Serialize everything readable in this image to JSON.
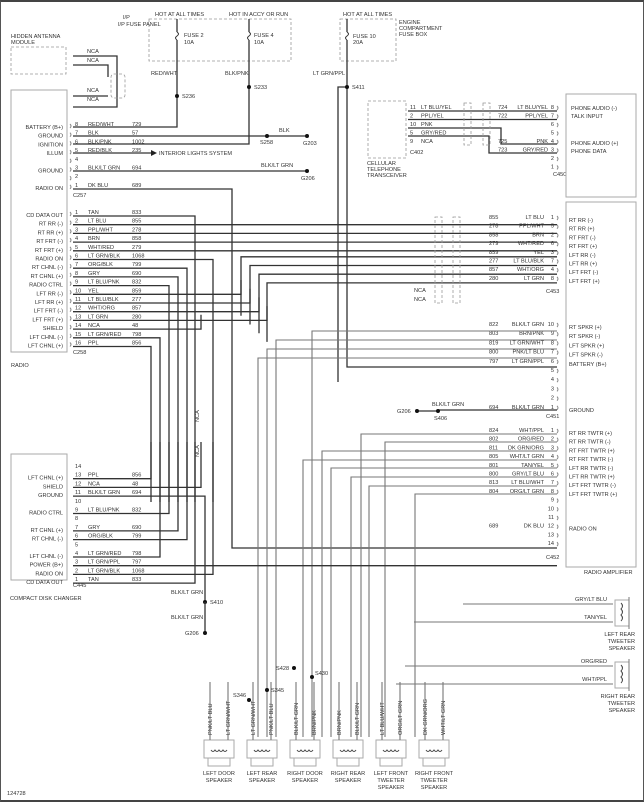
{
  "diagram_id": "124728",
  "power": {
    "ip_fuse_panel": "I/P FUSE PANEL",
    "hot_all_times": "HOT AT ALL TIMES",
    "hot_accy_run": "HOT IN ACCY OR RUN",
    "fuse2": "FUSE 2",
    "fuse2_rating": "10A",
    "fuse4": "FUSE 4",
    "fuse4_rating": "10A",
    "engine_box": [
      "ENGINE",
      "COMPARTMENT",
      "FUSE BOX"
    ],
    "fuse10": "FUSE 10",
    "fuse10_rating": "20A",
    "hot_all_times_2": "HOT AT ALL TIMES"
  },
  "antenna": {
    "title": [
      "HIDDEN ANTENNA",
      "MODULE"
    ],
    "wires": [
      "NCA",
      "NCA",
      "NCA",
      "NCA"
    ]
  },
  "radio": {
    "title": "RADIO",
    "c257": {
      "name": "C257",
      "pins": [
        {
          "label": "BATTERY (B+)",
          "pin": "8",
          "color": "RED/WHT",
          "circuit": "729"
        },
        {
          "label": "GROUND",
          "pin": "7",
          "color": "BLK",
          "circuit": "57"
        },
        {
          "label": "IGNITION",
          "pin": "6",
          "color": "BLK/PNK",
          "circuit": "1002"
        },
        {
          "label": "ILLUM",
          "pin": "5",
          "color": "RED/BLK",
          "circuit": "235"
        },
        {
          "label": "",
          "pin": "4",
          "color": "",
          "circuit": ""
        },
        {
          "label": "GROUND",
          "pin": "3",
          "color": "BLK/LT GRN",
          "circuit": "694"
        },
        {
          "label": "",
          "pin": "2",
          "color": "",
          "circuit": ""
        },
        {
          "label": "RADIO ON",
          "pin": "1",
          "color": "DK BLU",
          "circuit": "689"
        }
      ]
    },
    "c258": {
      "name": "C258",
      "pins": [
        {
          "label": "CD DATA OUT",
          "pin": "1",
          "color": "TAN",
          "circuit": "833"
        },
        {
          "label": "RT RR (-)",
          "pin": "2",
          "color": "LT BLU",
          "circuit": "855"
        },
        {
          "label": "RT RR (+)",
          "pin": "3",
          "color": "PPL/WHT",
          "circuit": "278"
        },
        {
          "label": "RT FRT (-)",
          "pin": "4",
          "color": "BRN",
          "circuit": "858"
        },
        {
          "label": "RT FRT (+)",
          "pin": "5",
          "color": "WHT/RED",
          "circuit": "279"
        },
        {
          "label": "RADIO ON",
          "pin": "6",
          "color": "LT GRN/BLK",
          "circuit": "1068"
        },
        {
          "label": "RT CHNL (-)",
          "pin": "7",
          "color": "ORG/BLK",
          "circuit": "799"
        },
        {
          "label": "RT CHNL (+)",
          "pin": "8",
          "color": "GRY",
          "circuit": "690"
        },
        {
          "label": "RADIO CTRL",
          "pin": "9",
          "color": "LT BLU/PNK",
          "circuit": "832"
        },
        {
          "label": "LFT RR (-)",
          "pin": "10",
          "color": "YEL",
          "circuit": "859"
        },
        {
          "label": "LFT RR (+)",
          "pin": "11",
          "color": "LT BLU/BLK",
          "circuit": "277"
        },
        {
          "label": "LFT FRT (-)",
          "pin": "12",
          "color": "WHT/ORG",
          "circuit": "857"
        },
        {
          "label": "LFT FRT (+)",
          "pin": "13",
          "color": "LT GRN",
          "circuit": "280"
        },
        {
          "label": "SHIELD",
          "pin": "14",
          "color": "NCA",
          "circuit": "48"
        },
        {
          "label": "LFT CHNL (-)",
          "pin": "15",
          "color": "LT GRN/RED",
          "circuit": "798"
        },
        {
          "label": "LFT CHNL (+)",
          "pin": "16",
          "color": "PPL",
          "circuit": "856"
        }
      ]
    }
  },
  "ground_labels": {
    "blk": "BLK",
    "s258": "S258",
    "g203": "G203",
    "blk_lt_grn": "BLK/LT GRN",
    "g206": "G206",
    "interior_lights": "INTERIOR LIGHTS SYSTEM",
    "lt_grn_ppl": "LT GRN/PPL"
  },
  "splices": {
    "s236": "S236",
    "s233": "S233",
    "s411": "S411",
    "s406": "S406",
    "s410": "S410",
    "s428": "S428",
    "s430": "S430",
    "s346": "S346",
    "s345": "S345",
    "g206b": "G206",
    "g206c": "G206",
    "nca": "NCA",
    "nca2": "NCA",
    "nca3": "NCA",
    "nca4": "NCA",
    "blkltgrn2": "BLK/LT GRN",
    "blkltgrn3": "BLK/LT GRN",
    "blkltgrn4": "BLK/LT GRN"
  },
  "cellular": {
    "title": [
      "CELLULAR",
      "TELEPHONE",
      "TRANSCEIVER"
    ],
    "c402": "C402",
    "c450": "C450",
    "wires": [
      {
        "pin": "11",
        "color": "LT BLU/YEL",
        "circuit": "724",
        "rcolor": "LT BLU/YEL",
        "rpin": "8"
      },
      {
        "pin": "2",
        "color": "PPL/YEL",
        "circuit": "722",
        "rcolor": "PPL/YEL",
        "rpin": "7"
      },
      {
        "pin": "10",
        "color": "PNK",
        "circuit": "",
        "rcolor": "",
        "rpin": "6"
      },
      {
        "pin": "5",
        "color": "GRY/RED",
        "circuit": "",
        "rcolor": "",
        "rpin": "5"
      },
      {
        "pin": "9",
        "color": "NCA",
        "circuit": "725",
        "rcolor": "PNK",
        "rpin": "4"
      },
      {
        "pin": "",
        "color": "",
        "circuit": "723",
        "rcolor": "GRY/RED",
        "rpin": "3"
      },
      {
        "pin": "",
        "color": "",
        "circuit": "",
        "rcolor": "",
        "rpin": "2"
      },
      {
        "pin": "",
        "color": "",
        "circuit": "",
        "rcolor": "",
        "rpin": "1"
      }
    ],
    "phone_labels": [
      "PHONE AUDIO (-)",
      "TALK INPUT",
      "PHONE AUDIO (+)",
      "PHONE DATA"
    ]
  },
  "amplifier": {
    "title": "RADIO AMPLIFIER",
    "c453": {
      "name": "C453",
      "wires": [
        {
          "circuit": "855",
          "color": "LT BLU",
          "pin": "1",
          "label": "RT RR (-)"
        },
        {
          "circuit": "278",
          "color": "PPL/WHT",
          "pin": "5",
          "label": "RT RR (+)"
        },
        {
          "circuit": "858",
          "color": "BRN",
          "pin": "2",
          "label": "RT FRT (-)"
        },
        {
          "circuit": "279",
          "color": "WHT/RED",
          "pin": "6",
          "label": "RT FRT (+)"
        },
        {
          "circuit": "859",
          "color": "YEL",
          "pin": "3",
          "label": "LFT RR (-)"
        },
        {
          "circuit": "277",
          "color": "LT BLU/BLK",
          "pin": "7",
          "label": "LFT RR (+)"
        },
        {
          "circuit": "857",
          "color": "WHT/ORG",
          "pin": "4",
          "label": "LFT FRT (-)"
        },
        {
          "circuit": "280",
          "color": "LT GRN",
          "pin": "8",
          "label": "LFT FRT (+)"
        }
      ]
    },
    "c451": {
      "name": "C451",
      "wires": [
        {
          "circuit": "822",
          "color": "BLK/LT GRN",
          "pin": "10",
          "label": "RT SPKR (+)"
        },
        {
          "circuit": "803",
          "color": "BRN/PNK",
          "pin": "9",
          "label": "RT SPKR (-)"
        },
        {
          "circuit": "819",
          "color": "LT GRN/WHT",
          "pin": "8",
          "label": "LFT SPKR (+)"
        },
        {
          "circuit": "800",
          "color": "PNK/LT BLU",
          "pin": "7",
          "label": "LFT SPKR (-)"
        },
        {
          "circuit": "797",
          "color": "LT GRN/PPL",
          "pin": "6",
          "label": "BATTERY (B+)"
        },
        {
          "circuit": "",
          "color": "",
          "pin": "5",
          "label": ""
        },
        {
          "circuit": "",
          "color": "",
          "pin": "4",
          "label": ""
        },
        {
          "circuit": "",
          "color": "",
          "pin": "3",
          "label": ""
        },
        {
          "circuit": "",
          "color": "",
          "pin": "2",
          "label": ""
        },
        {
          "circuit": "694",
          "color": "BLK/LT GRN",
          "pin": "1",
          "label": "GROUND"
        }
      ]
    },
    "c452": {
      "name": "C452",
      "wires": [
        {
          "circuit": "824",
          "color": "WHT/PPL",
          "pin": "1",
          "label": "RT RR TWTR (+)"
        },
        {
          "circuit": "802",
          "color": "ORG/RED",
          "pin": "2",
          "label": "RT RR TWTR (-)"
        },
        {
          "circuit": "811",
          "color": "DK GRN/ORG",
          "pin": "3",
          "label": "RT FRT TWTR (+)"
        },
        {
          "circuit": "805",
          "color": "WHT/LT GRN",
          "pin": "4",
          "label": "RT FRT TWTR (-)"
        },
        {
          "circuit": "801",
          "color": "TAN/YEL",
          "pin": "5",
          "label": "LFT RR TWTR (-)"
        },
        {
          "circuit": "800",
          "color": "GRY/LT BLU",
          "pin": "6",
          "label": "LFT RR TWTR (+)"
        },
        {
          "circuit": "813",
          "color": "LT BLU/WHT",
          "pin": "7",
          "label": "LFT FRT TWTR (-)"
        },
        {
          "circuit": "804",
          "color": "ORG/LT GRN",
          "pin": "8",
          "label": "LFT FRT TWTR (+)"
        },
        {
          "circuit": "",
          "color": "",
          "pin": "9",
          "label": ""
        },
        {
          "circuit": "",
          "color": "",
          "pin": "10",
          "label": ""
        },
        {
          "circuit": "",
          "color": "",
          "pin": "11",
          "label": ""
        },
        {
          "circuit": "689",
          "color": "DK BLU",
          "pin": "12",
          "label": "RADIO ON"
        },
        {
          "circuit": "",
          "color": "",
          "pin": "13",
          "label": ""
        },
        {
          "circuit": "",
          "color": "",
          "pin": "14",
          "label": ""
        }
      ]
    }
  },
  "cd_changer": {
    "title": "COMPACT DISK CHANGER",
    "c445": "C445",
    "pins": [
      {
        "label": "",
        "pin": "14",
        "color": "",
        "circuit": ""
      },
      {
        "label": "LFT CHNL (+)",
        "pin": "13",
        "color": "PPL",
        "circuit": "856"
      },
      {
        "label": "SHIELD",
        "pin": "12",
        "color": "NCA",
        "circuit": "48"
      },
      {
        "label": "GROUND",
        "pin": "11",
        "color": "BLK/LT GRN",
        "circuit": "694"
      },
      {
        "label": "",
        "pin": "10",
        "color": "",
        "circuit": ""
      },
      {
        "label": "RADIO CTRL",
        "pin": "9",
        "color": "LT BLU/PNK",
        "circuit": "832"
      },
      {
        "label": "",
        "pin": "8",
        "color": "",
        "circuit": ""
      },
      {
        "label": "RT CHNL (+)",
        "pin": "7",
        "color": "GRY",
        "circuit": "690"
      },
      {
        "label": "RT CHNL (-)",
        "pin": "6",
        "color": "ORG/BLK",
        "circuit": "799"
      },
      {
        "label": "",
        "pin": "5",
        "color": "",
        "circuit": ""
      },
      {
        "label": "LFT CHNL (-)",
        "pin": "4",
        "color": "LT GRN/RED",
        "circuit": "798"
      },
      {
        "label": "POWER (B+)",
        "pin": "3",
        "color": "LT GRN/PPL",
        "circuit": "797"
      },
      {
        "label": "RADIO ON",
        "pin": "2",
        "color": "LT GRN/BLK",
        "circuit": "1068"
      },
      {
        "label": "CD DATA OUT",
        "pin": "1",
        "color": "TAN",
        "circuit": "833"
      }
    ]
  },
  "speakers": [
    {
      "name": [
        "LEFT DOOR",
        "SPEAKER"
      ],
      "wires": [
        "PNK/LT BLU",
        "LT GRN/WHT"
      ]
    },
    {
      "name": [
        "LEFT REAR",
        "SPEAKER"
      ],
      "wires": [
        "LT GRN/WHT",
        "PNK/LT BLU"
      ]
    },
    {
      "name": [
        "RIGHT DOOR",
        "SPEAKER"
      ],
      "wires": [
        "BLK/LT GRN",
        "BRN/PNK"
      ]
    },
    {
      "name": [
        "RIGHT REAR",
        "SPEAKER"
      ],
      "wires": [
        "BRN/PNK",
        "BLK/LT GRN"
      ]
    },
    {
      "name": [
        "LEFT FRONT",
        "TWEETER",
        "SPEAKER"
      ],
      "wires": [
        "LT BLU/WHT",
        "ORG/LT GRN"
      ]
    },
    {
      "name": [
        "RIGHT FRONT",
        "TWEETER",
        "SPEAKER"
      ],
      "wires": [
        "DK GRN/ORG",
        "WHT/LT GRN"
      ]
    }
  ],
  "rear_tweeters": [
    {
      "name": [
        "LEFT REAR",
        "TWEETER",
        "SPEAKER"
      ],
      "wires": [
        "GRY/LT BLU",
        "TAN/YEL"
      ]
    },
    {
      "name": [
        "RIGHT REAR",
        "TWEETER",
        "SPEAKER"
      ],
      "wires": [
        "ORG/RED",
        "WHT/PPL"
      ]
    }
  ]
}
